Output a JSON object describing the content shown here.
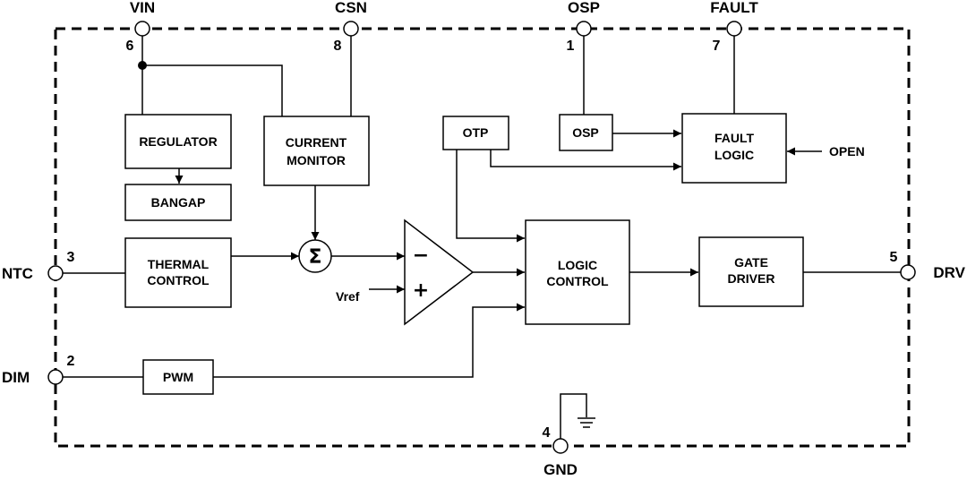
{
  "pins": {
    "vin": {
      "name": "VIN",
      "number": "6"
    },
    "csn": {
      "name": "CSN",
      "number": "8"
    },
    "osp": {
      "name": "OSP",
      "number": "1"
    },
    "fault": {
      "name": "FAULT",
      "number": "7"
    },
    "ntc": {
      "name": "NTC",
      "number": "3"
    },
    "dim": {
      "name": "DIM",
      "number": "2"
    },
    "drv": {
      "name": "DRV",
      "number": "5"
    },
    "gnd": {
      "name": "GND",
      "number": "4"
    }
  },
  "blocks": {
    "regulator": {
      "line1": "REGULATOR"
    },
    "bangap": {
      "line1": "BANGAP"
    },
    "current_monitor": {
      "line1": "CURRENT",
      "line2": "MONITOR"
    },
    "otp": {
      "line1": "OTP"
    },
    "osp": {
      "line1": "OSP"
    },
    "fault_logic": {
      "line1": "FAULT",
      "line2": "LOGIC"
    },
    "thermal_control": {
      "line1": "THERMAL",
      "line2": "CONTROL"
    },
    "logic_control": {
      "line1": "LOGIC",
      "line2": "CONTROL"
    },
    "gate_driver": {
      "line1": "GATE",
      "line2": "DRIVER"
    },
    "pwm": {
      "line1": "PWM"
    }
  },
  "signals": {
    "open": "OPEN",
    "vref": "Vref"
  },
  "symbols": {
    "summing": "Σ",
    "minus": "−",
    "plus": "+"
  }
}
